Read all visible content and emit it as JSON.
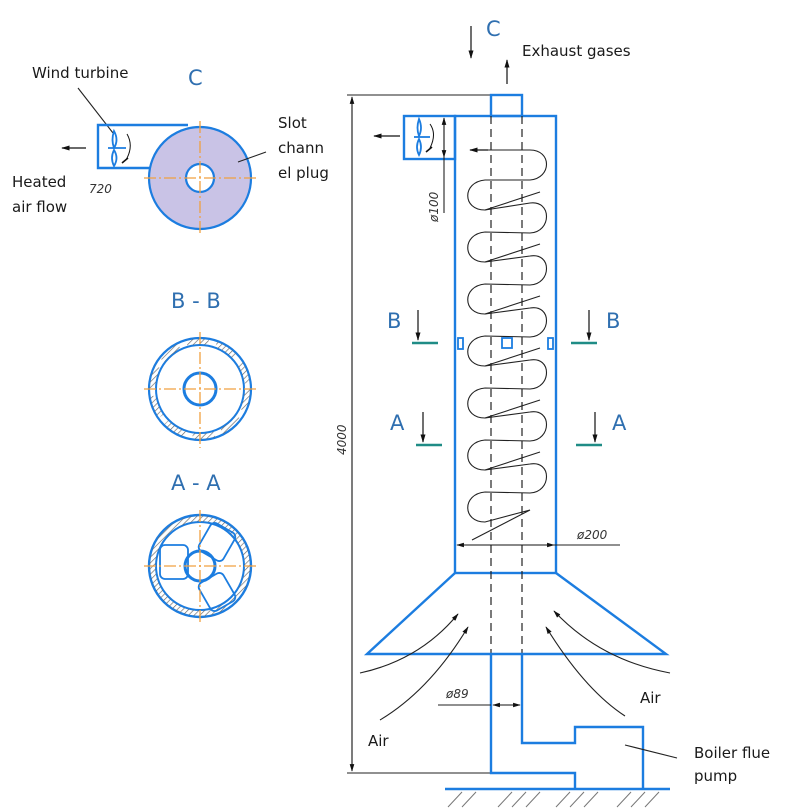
{
  "figure": {
    "type": "technical-drawing",
    "subject": "Exhaust stack heat recovery with wind turbine",
    "colors": {
      "outline": "#1c7de0",
      "section_label": "#2f6fb0",
      "centerline": "#f0a040",
      "section_mark": "#1f8c86",
      "plug_fill": "#c9c3e6",
      "annotation": "#1a1a1a"
    }
  },
  "views": {
    "view_c": {
      "title": "C",
      "labels": {
        "wind_turbine": "Wind turbine",
        "heated_air": [
          "Heated",
          "air flow"
        ],
        "slot_plug": [
          "Slot",
          "chann",
          "el plug"
        ],
        "dimension": "720"
      }
    },
    "section_bb": {
      "title": "B - B"
    },
    "section_aa": {
      "title": "A - A"
    }
  },
  "main": {
    "view_marker": "C",
    "exhaust_label": "Exhaust gases",
    "section_marks": {
      "b_left": "B",
      "b_right": "B",
      "a_left": "A",
      "a_right": "A"
    },
    "dimensions": {
      "height": "4000",
      "inner_diameter": "ø100",
      "outer_diameter": "ø200",
      "flue_diameter": "ø89"
    },
    "air_labels": {
      "left": "Air",
      "right": "Air"
    },
    "pump_label": [
      "Boiler flue",
      "pump"
    ]
  }
}
